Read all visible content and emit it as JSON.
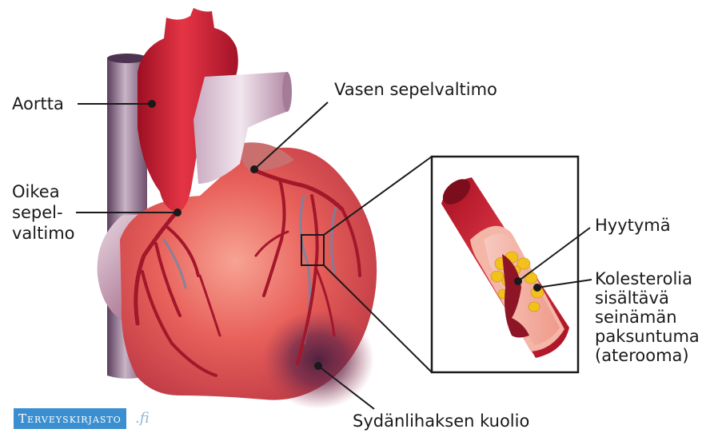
{
  "labels": {
    "aorta": "Aortta",
    "left_coronary": "Vasen sepelvaltimo",
    "right_coronary_l1": "Oikea",
    "right_coronary_l2": "sepel-",
    "right_coronary_l3": "valtimo",
    "clot": "Hyytymä",
    "plaque_l1": "Kolesterolia",
    "plaque_l2": "sisältävä",
    "plaque_l3": "seinämän",
    "plaque_l4": "paksuntuma",
    "plaque_l5": "(aterooma)",
    "infarction": "Sydänlihaksen kuolio"
  },
  "logo": {
    "name": "Terveyskirjasto",
    "suffix": ".fi"
  },
  "colors": {
    "heart_red": "#d9413f",
    "aorta_red": "#b8162a",
    "vein_purple": "#7a5a78",
    "artery_dark": "#8e1525",
    "plaque_yellow": "#f2c11c",
    "logo_blue": "#3b8fd0"
  }
}
